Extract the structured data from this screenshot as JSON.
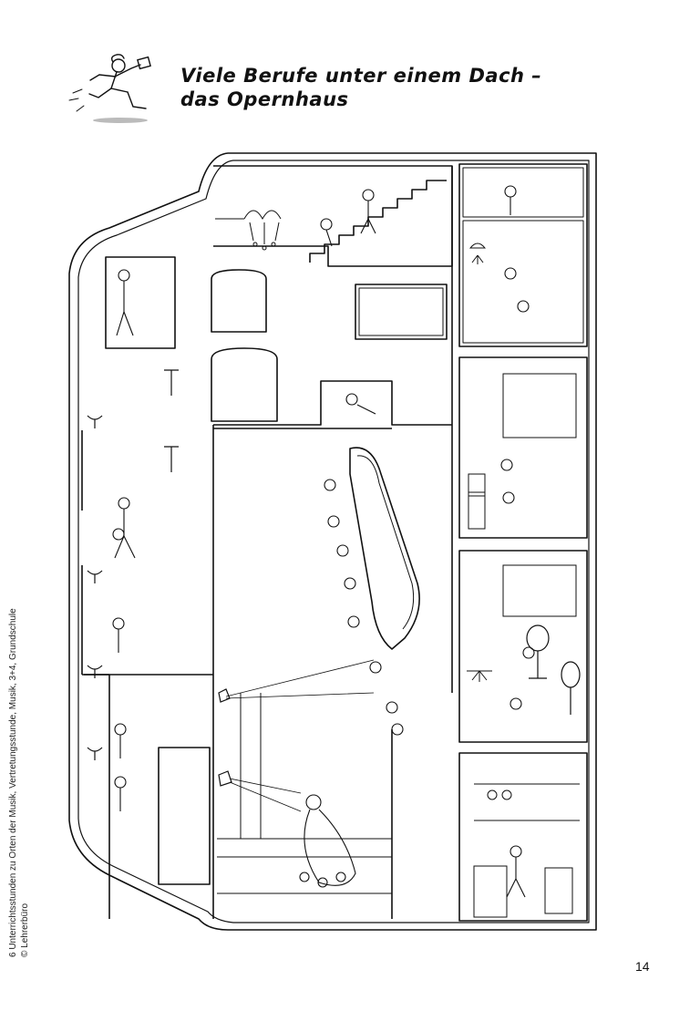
{
  "header": {
    "title_line1": "Viele Berufe unter einem Dach –",
    "title_line2": "das Opernhaus"
  },
  "footer": {
    "source_line1": "6 Unterrichtsstunden zu Orten der Musik, Vertretungsstunde, Musik, 3+4, Grundschule",
    "source_line2": "© Lehrerbüro",
    "page_number": "14"
  },
  "illustration": {
    "subject": "opera-house-cross-section",
    "icons": [
      "running-courier-icon",
      "chandelier-icon",
      "stage-spotlight-icon",
      "costume-rack-icon",
      "sewing-mannequin-icon"
    ]
  }
}
